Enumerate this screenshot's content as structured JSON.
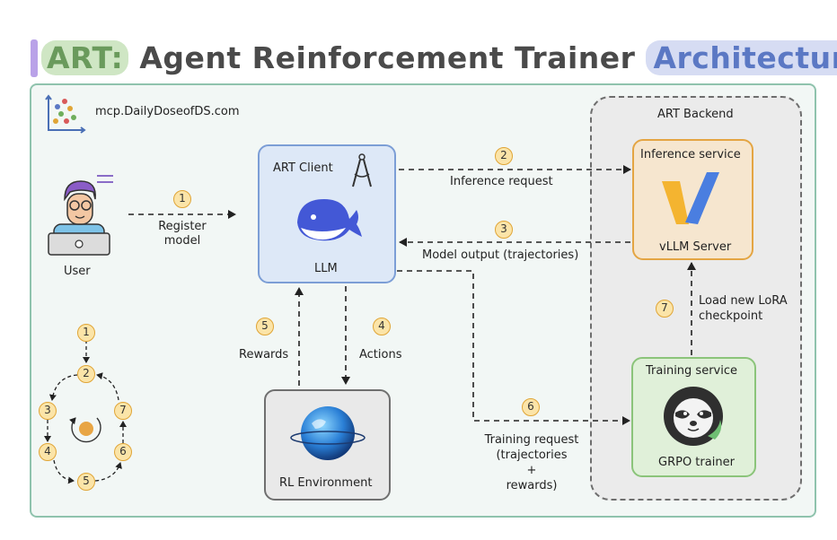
{
  "title": {
    "prefix": "ART:",
    "middle": "Agent Reinforcement Trainer",
    "suffix": "Architecture"
  },
  "watermark": "mcp.DailyDoseofDS.com",
  "user": {
    "label": "User"
  },
  "client": {
    "title": "ART Client",
    "subtitle": "LLM"
  },
  "backend": {
    "title": "ART Backend"
  },
  "inference": {
    "title": "Inference service",
    "server": "vLLM Server"
  },
  "training": {
    "title": "Training service",
    "trainer": "GRPO trainer"
  },
  "rl": {
    "label": "RL Environment"
  },
  "steps": {
    "s1": {
      "num": "1",
      "label": "Register\nmodel"
    },
    "s2": {
      "num": "2",
      "label": "Inference request"
    },
    "s3": {
      "num": "3",
      "label": "Model output (trajectories)"
    },
    "s4": {
      "num": "4",
      "label": "Actions"
    },
    "s5": {
      "num": "5",
      "label": "Rewards"
    },
    "s6": {
      "num": "6",
      "label": "Training request\n(trajectories\n+\nrewards)"
    },
    "s7": {
      "num": "7",
      "label": "Load new LoRA\ncheckpoint"
    }
  },
  "cycle": [
    "1",
    "2",
    "3",
    "4",
    "5",
    "6",
    "7"
  ],
  "colors": {
    "accent_orange": "#e4a543",
    "badge_fill": "#fbe4a8",
    "panel_border": "#8fc3ad",
    "client_border": "#7c9ed6"
  }
}
